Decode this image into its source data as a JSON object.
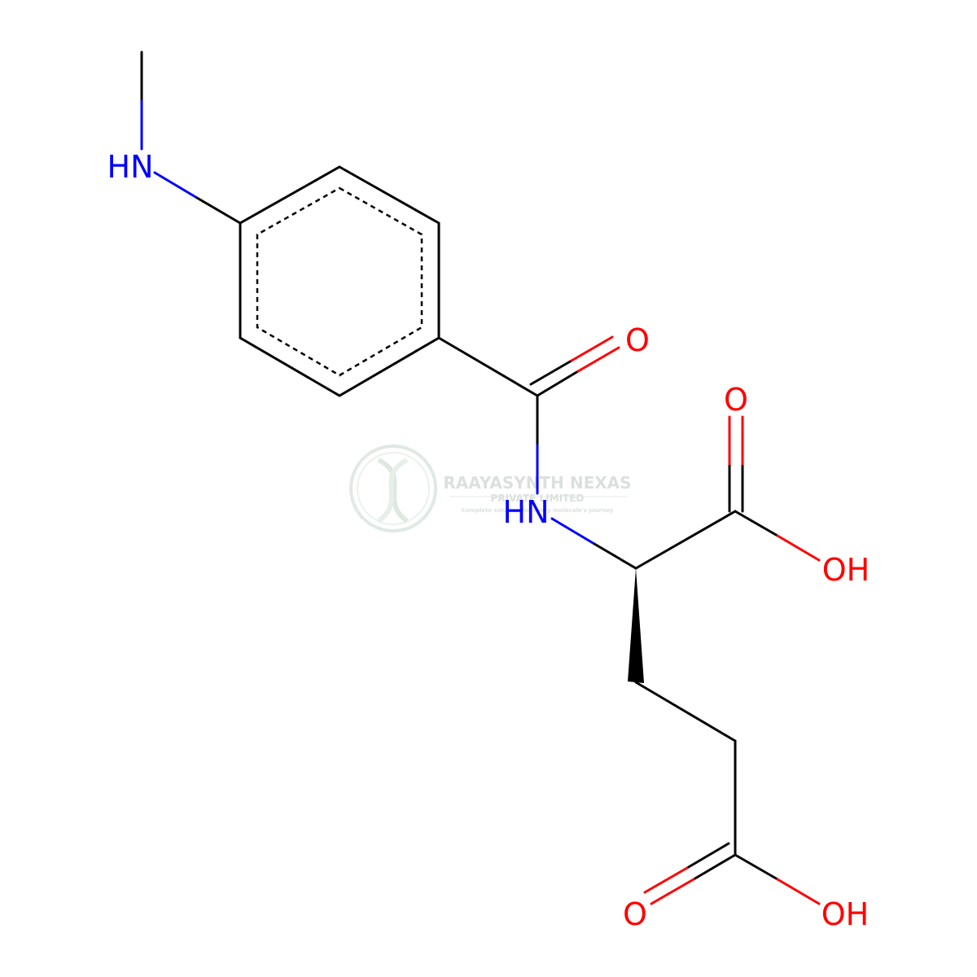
{
  "atoms": {
    "nh_methylamino": "HN",
    "nh_amide": "HN",
    "o_amide": "O",
    "o_acid1": "O",
    "oh_acid1": "OH",
    "o_acid2": "O",
    "oh_acid2": "OH"
  },
  "watermark": {
    "name": "RAAYASYNTH NEXAS",
    "subtitle": "PRIVATE LIMITED",
    "tagline": "Complete solution for every molecule's journey"
  },
  "colors": {
    "bond": "#000000",
    "nitrogen": "#0000FF",
    "oxygen": "#FF0000",
    "watermark": "#c8d6cc"
  }
}
